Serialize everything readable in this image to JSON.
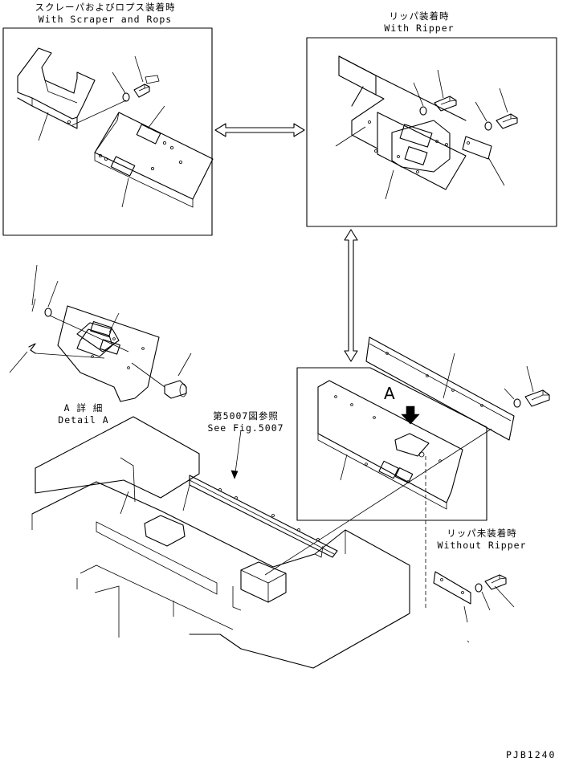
{
  "views": {
    "scraper_rops": {
      "title_jp": "スクレーパおよびロプス装着時",
      "title_en": "With Scraper and Rops"
    },
    "with_ripper": {
      "title_jp": "リッパ装着時",
      "title_en": "With Ripper"
    },
    "without_ripper": {
      "title_jp": "リッパ未装着時",
      "title_en": "Without Ripper"
    },
    "detail_a": {
      "title_jp": "A 詳 細",
      "title_en": "Detail A"
    },
    "fig_ref": {
      "title_jp": "第5007図参照",
      "title_en": "See Fig.5007"
    },
    "view_marker": "A"
  },
  "drawing_code": "PJB1240"
}
